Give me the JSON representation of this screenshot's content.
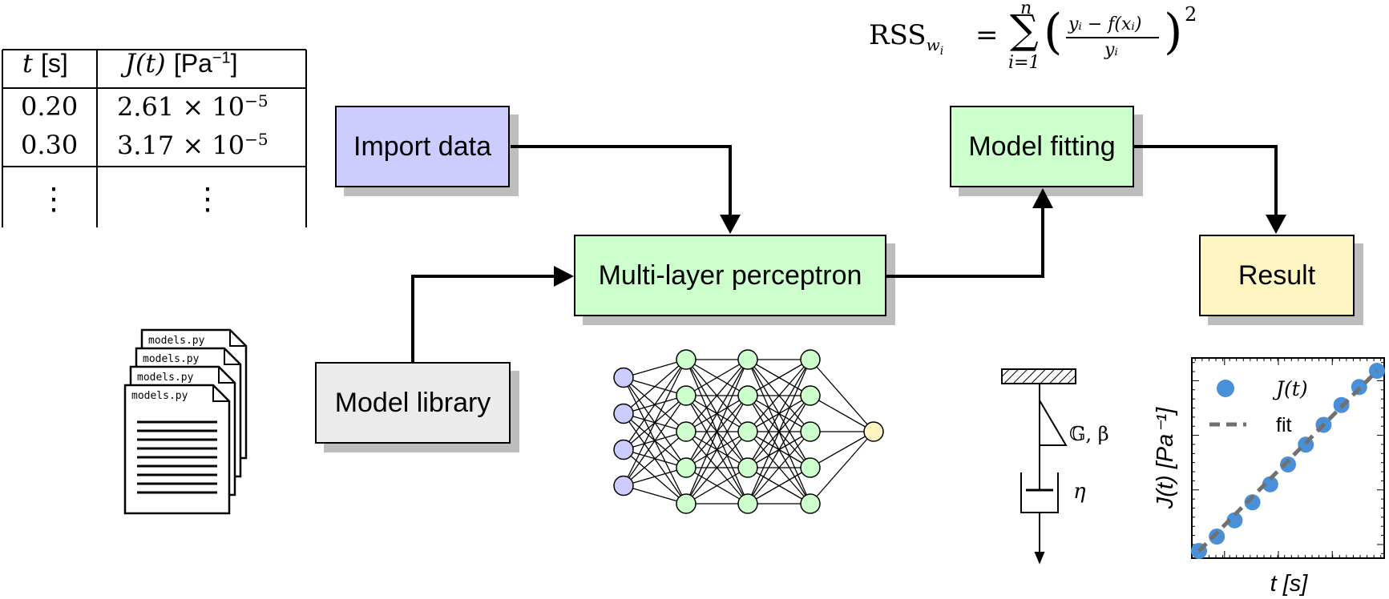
{
  "table": {
    "header_col1_var": "t",
    "header_col1_unit": "[s]",
    "header_col2_var": "J(t)",
    "header_col2_unit": "[Pa",
    "header_col2_exp": "−1",
    "header_col2_close": "]",
    "rows": [
      {
        "t": "0.20",
        "mantissa": "2.61",
        "times": "× 10",
        "exp": "−5"
      },
      {
        "t": "0.30",
        "mantissa": "3.17",
        "times": "× 10",
        "exp": "−5"
      }
    ],
    "ellipsis": "⋮"
  },
  "formula": {
    "lhs": "RSS",
    "lhs_sub": "w",
    "lhs_sub_i": "i",
    "equals": "=",
    "sum_sym": "∑",
    "sum_top": "n",
    "sum_bottom": "i=1",
    "numerator": "yᵢ − f(xᵢ)",
    "denominator": "yᵢ",
    "power": "2"
  },
  "boxes": {
    "import": {
      "label": "Import data",
      "fill": "#ccccff"
    },
    "mlp": {
      "label": "Multi-layer perceptron",
      "fill": "#ccffcc"
    },
    "fitting": {
      "label": "Model fitting",
      "fill": "#ccffcc"
    },
    "result": {
      "label": "Result",
      "fill": "#fff5c2"
    },
    "library": {
      "label": "Model library",
      "fill": "#ebebeb"
    }
  },
  "files": {
    "label": "models.py",
    "count": 4
  },
  "mechanical": {
    "spring_label": "𝔾, β",
    "dashpot_label": "η"
  },
  "network": {
    "layers": [
      4,
      5,
      5,
      5,
      1
    ],
    "input_color": "#ccccff",
    "hidden_color": "#ccffcc",
    "output_color": "#fff5c2"
  },
  "chart_data": {
    "type": "scatter",
    "xlabel": "t [s]",
    "ylabel": "J(t) [Pa⁻¹]",
    "xscale": "log",
    "yscale": "log",
    "legend_position": "top-left",
    "series": [
      {
        "name": "J(t)",
        "kind": "points",
        "color": "#4a90d9",
        "x": [
          0.0,
          0.1,
          0.2,
          0.3,
          0.4,
          0.5,
          0.6,
          0.7,
          0.8,
          0.9,
          1.0
        ],
        "y": [
          0.0,
          0.08,
          0.17,
          0.27,
          0.37,
          0.48,
          0.59,
          0.7,
          0.81,
          0.91,
          1.0
        ]
      },
      {
        "name": "fit",
        "kind": "dashed-line",
        "color": "#707070",
        "x": [
          0.0,
          1.0
        ],
        "y": [
          0.0,
          1.0
        ]
      }
    ]
  }
}
